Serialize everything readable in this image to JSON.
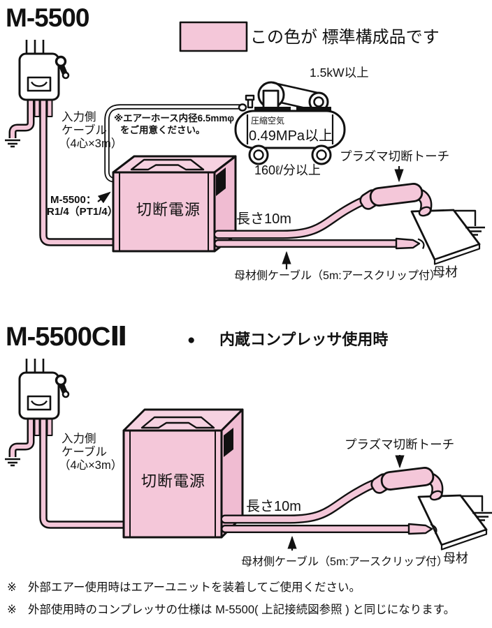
{
  "legend": {
    "label": "この色が 標準構成品です"
  },
  "colors": {
    "standard_component_pink": "#F4C7D9",
    "pink_top_face": "#F6D2E1",
    "pink_side_face": "#F0BCD2",
    "footnote_red": "#E8534B",
    "line_black": "#111111"
  },
  "diagram_m5500": {
    "model": "M-5500",
    "compressor": {
      "power": "1.5kW以上",
      "air_type": "圧縮空気",
      "pressure": "0.49MPa以上",
      "flow": "160ℓ/分以上"
    },
    "hose_note": {
      "line1": "※エアーホース内径6.5mmφ",
      "line2": "をご用意ください。"
    },
    "inlet": {
      "line1": "M-5500：",
      "line2": "R1/4（PT1/4）"
    },
    "input_cable": {
      "line1": "入力側",
      "line2": "ケーブル",
      "line3": "（4心×3m）"
    },
    "power_source": "切断電源",
    "torch": "プラズマ切断トーチ",
    "cable_length": "長さ10m",
    "work_cable": "母材側ケーブル（5m:アースクリップ付）",
    "workpiece": "母材"
  },
  "diagram_m5500c2": {
    "model": "M-5500CⅡ",
    "bullet": "●",
    "subtitle": "内蔵コンプレッサ使用時",
    "input_cable": {
      "line1": "入力側",
      "line2": "ケーブル",
      "line3": "（4心×3m）"
    },
    "power_source": "切断電源",
    "torch": "プラズマ切断トーチ",
    "cable_length": "長さ10m",
    "work_cable": "母材側ケーブル（5m:アースクリップ付）",
    "workpiece": "母材"
  },
  "footnotes": [
    {
      "marker": "※",
      "text": "外部エアー使用時はエアーユニットを装着してご使用ください。"
    },
    {
      "marker": "※",
      "text": "外部使用時のコンプレッサの仕様は M-5500( 上記接続図参照 ) と同じになります。"
    }
  ]
}
